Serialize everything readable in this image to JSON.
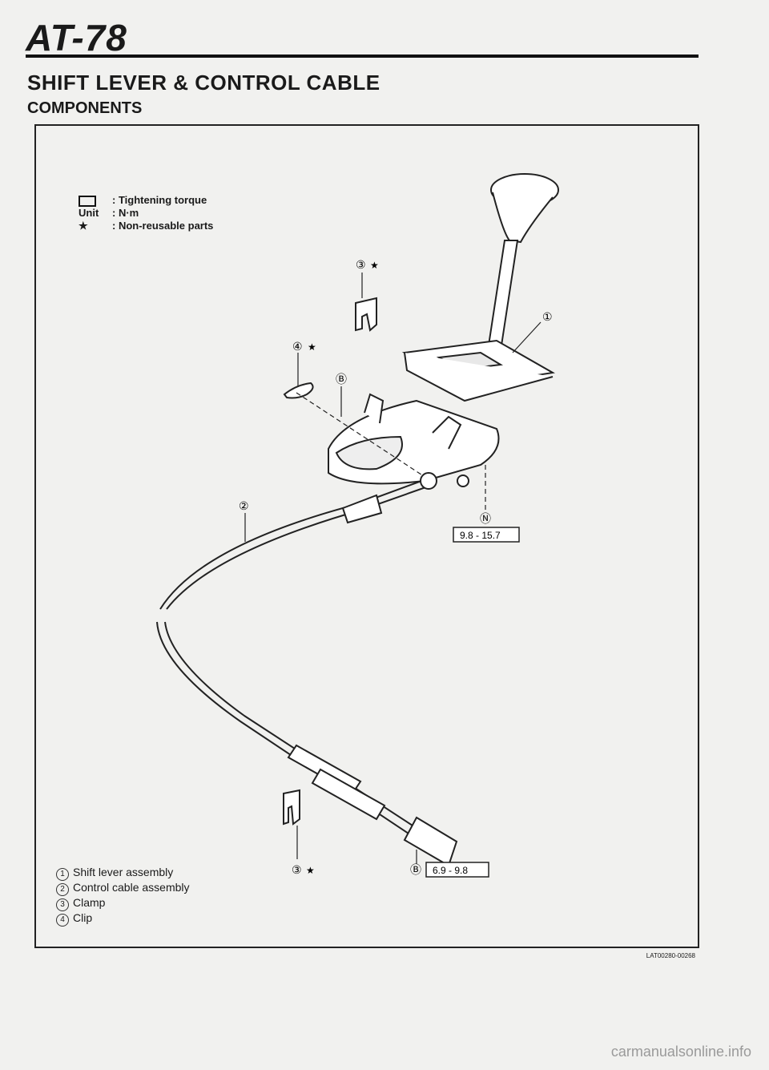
{
  "header": {
    "page_number": "AT-78"
  },
  "section": {
    "title": "SHIFT LEVER & CONTROL CABLE",
    "subtitle": "COMPONENTS"
  },
  "legend": {
    "torque_sym": "",
    "torque_text": ": Tightening torque",
    "unit_key": "Unit",
    "unit_text": ": N·m",
    "star_key": "★",
    "star_text": ": Non-reusable parts"
  },
  "callouts": {
    "c1": "①",
    "c2": "②",
    "c3a": "③",
    "c3b": "③",
    "c4": "④",
    "cB1": "Ⓑ",
    "cB2": "Ⓑ",
    "cN": "Ⓝ",
    "star": "★",
    "torque_upper": "9.8 - 15.7",
    "torque_lower": "6.9 - 9.8"
  },
  "parts_list": [
    {
      "num": "1",
      "label": "Shift lever assembly"
    },
    {
      "num": "2",
      "label": "Control cable assembly"
    },
    {
      "num": "3",
      "label": "Clamp"
    },
    {
      "num": "4",
      "label": "Clip"
    }
  ],
  "footer": {
    "ref_code": "LAT00280-00268",
    "watermark": "carmanualsonline.info"
  }
}
